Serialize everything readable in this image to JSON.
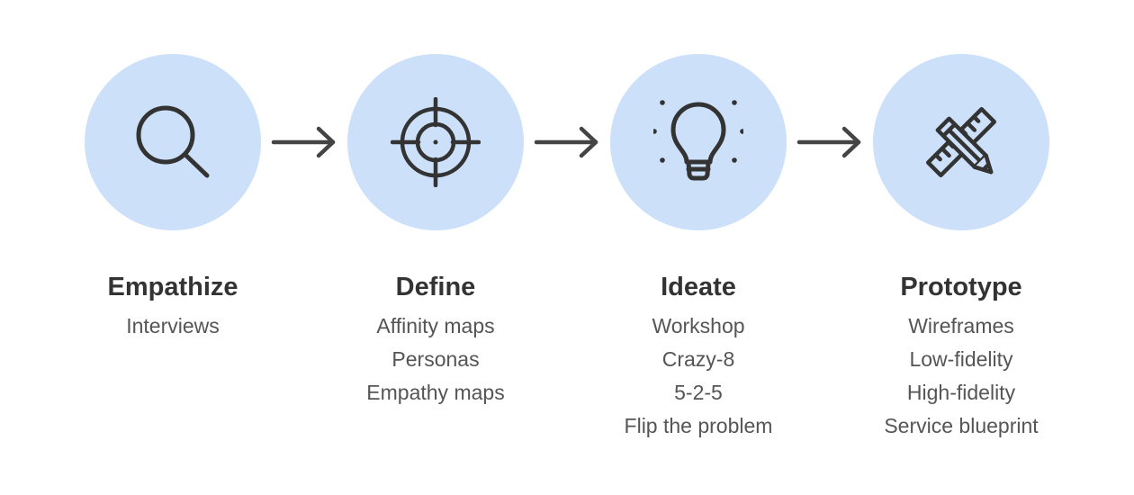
{
  "stages": [
    {
      "title": "Empathize",
      "icon": "magnifying-glass-icon",
      "items": [
        "Interviews"
      ]
    },
    {
      "title": "Define",
      "icon": "crosshair-target-icon",
      "items": [
        "Affinity maps",
        "Personas",
        "Empathy maps"
      ]
    },
    {
      "title": "Ideate",
      "icon": "lightbulb-icon",
      "items": [
        "Workshop",
        "Crazy-8",
        "5-2-5",
        "Flip the problem"
      ]
    },
    {
      "title": "Prototype",
      "icon": "pencil-ruler-icon",
      "items": [
        "Wireframes",
        "Low-fidelity",
        "High-fidelity",
        "Service blueprint"
      ]
    }
  ],
  "colors": {
    "circle_fill": "#cce0fa",
    "icon_stroke": "#333333",
    "title_text": "#333333",
    "item_text": "#555555",
    "arrow": "#444444"
  }
}
